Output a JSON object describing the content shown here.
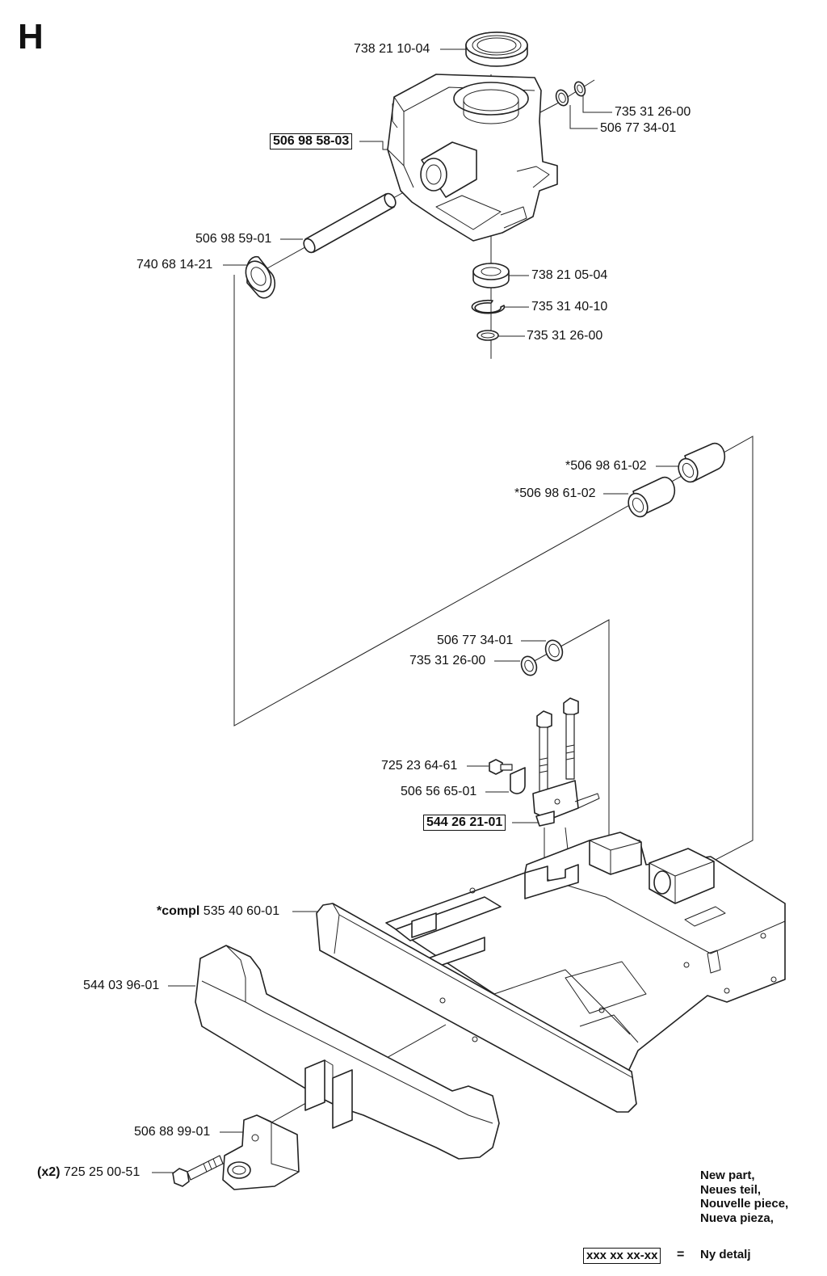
{
  "section": "H",
  "callouts": [
    {
      "id": "bearing-top",
      "text": "738 21 10-04"
    },
    {
      "id": "circlip-top-right",
      "text": "735 31 26-00"
    },
    {
      "id": "washer-top-right",
      "text": "506 77 34-01"
    },
    {
      "id": "housing",
      "text": "506 98 58-03",
      "new_part": true
    },
    {
      "id": "shaft",
      "text": "506 98 59-01"
    },
    {
      "id": "bushing-left",
      "text": "740 68 14-21"
    },
    {
      "id": "bearing-lower",
      "text": "738 21 05-04"
    },
    {
      "id": "circlip-mid",
      "text": "735 31 40-10"
    },
    {
      "id": "circlip-lower",
      "text": "735 31 26-00"
    },
    {
      "id": "spacer-rear",
      "text": "*506 98 61-02"
    },
    {
      "id": "spacer-front",
      "text": "*506 98 61-02"
    },
    {
      "id": "washer-mid",
      "text": "506 77 34-01"
    },
    {
      "id": "circlip-bottom",
      "text": "735 31 26-00"
    },
    {
      "id": "screw",
      "text": "725 23 64-61"
    },
    {
      "id": "clamp",
      "text": "506 56 65-01"
    },
    {
      "id": "bracket",
      "text": "544 26 21-01",
      "new_part": true
    },
    {
      "id": "frame",
      "prefix": "*compl",
      "text": "535 40 60-01"
    },
    {
      "id": "bumper",
      "text": "544 03 96-01"
    },
    {
      "id": "hitch-plate",
      "text": "506 88 99-01"
    },
    {
      "id": "bolt",
      "prefix": "(x2)",
      "text": "725 25 00-51"
    }
  ],
  "legend": {
    "lines": [
      "New part,",
      "Neues teil,",
      "Nouvelle piece,",
      "Nueva pieza,",
      "Ny detalj"
    ],
    "sample": "xxx xx xx-xx",
    "equals": "="
  }
}
